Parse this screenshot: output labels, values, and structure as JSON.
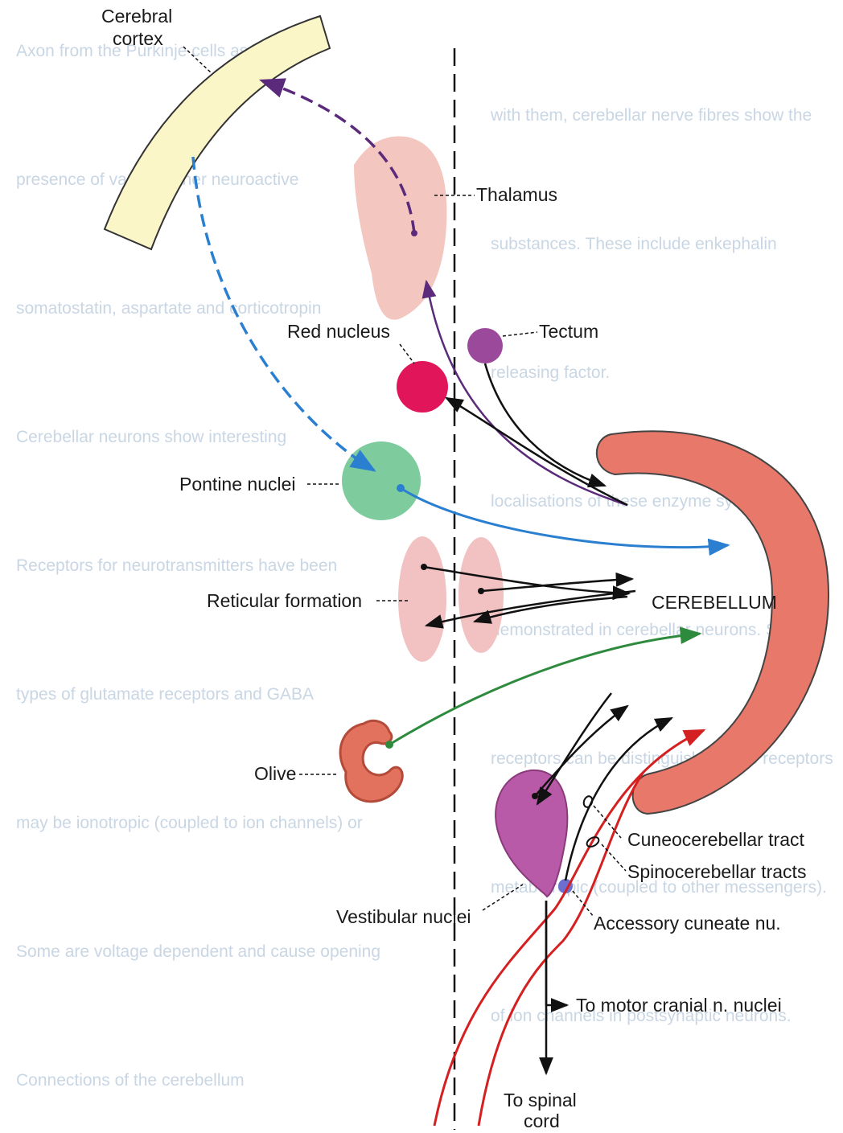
{
  "labels": {
    "cerebral_cortex_1": "Cerebral",
    "cerebral_cortex_2": "cortex",
    "thalamus": "Thalamus",
    "red_nucleus": "Red nucleus",
    "tectum": "Tectum",
    "pontine_nuclei": "Pontine nuclei",
    "reticular_formation": "Reticular formation",
    "cerebellum": "CEREBELLUM",
    "olive": "Olive",
    "cuneocerebellar_tract": "Cuneocerebellar tract",
    "spinocerebellar_tracts": "Spinocerebellar tracts",
    "vestibular_nuclei": "Vestibular nuclei",
    "accessory_cuneate": "Accessory cuneate nu.",
    "to_motor_cranial": "To motor cranial n. nuclei",
    "to_spinal_1": "To spinal",
    "to_spinal_2": "cord"
  },
  "colors": {
    "cortex_fill": "#fbf6c8",
    "thalamus_fill": "#f3c6c0",
    "red_nucleus_fill": "#e0155a",
    "tectum_fill": "#9b4a9b",
    "pontine_fill": "#7ecb9e",
    "reticular_fill": "#f2c1c1",
    "cerebellum_fill": "#e8786a",
    "olive_fill": "#e2725e",
    "vestibular_fill": "#b85aa8",
    "accessory_cuneate_fill": "#6d6fd0",
    "purple_path": "#5b2a7a",
    "blue_path": "#2b7fd0",
    "green_path": "#2e8b3e",
    "red_path": "#d42020",
    "black_path": "#111111"
  },
  "background_text": [
    "Axon from the Purkinje cells associated",
    "with them, cerebellar nerve fibres show the",
    "presence of various other neuroactive",
    "substances. These include enkephalin",
    "somatostatin, aspartate and corticotropin",
    "releasing factor.",
    "Cerebellar neurons show interesting",
    "localisations of these enzyme systems.",
    "Receptors for neurotransmitters have been",
    "demonstrated in cerebellar neurons. Several",
    "types of glutamate receptors and GABA",
    "receptors can be distinguished. The receptors",
    "may be ionotropic (coupled to ion channels) or",
    "metabotropic (coupled to other messengers).",
    "Some are voltage dependent and cause opening",
    "of ion channels in postsynaptic neurons.",
    "Connections of the cerebellum"
  ]
}
